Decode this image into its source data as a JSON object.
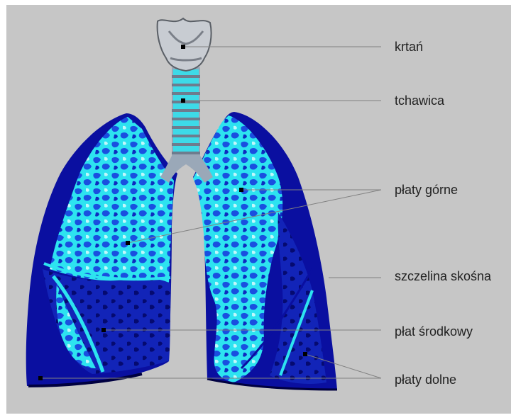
{
  "labels": {
    "larynx": "krtań",
    "trachea": "tchawica",
    "upper_lobes": "płaty górne",
    "oblique_fissure": "szczelina skośna",
    "middle_lobe": "płat środkowy",
    "lower_lobes": "płaty dolne"
  },
  "colors": {
    "background": "#c6c6c6",
    "lung_dark": "#0a0fa0",
    "lung_mid": "#1530d8",
    "lung_light": "#2de3f0",
    "trachea": "#9aa8b8",
    "larynx": "#c8ccd2",
    "leader_line": "#808080"
  }
}
